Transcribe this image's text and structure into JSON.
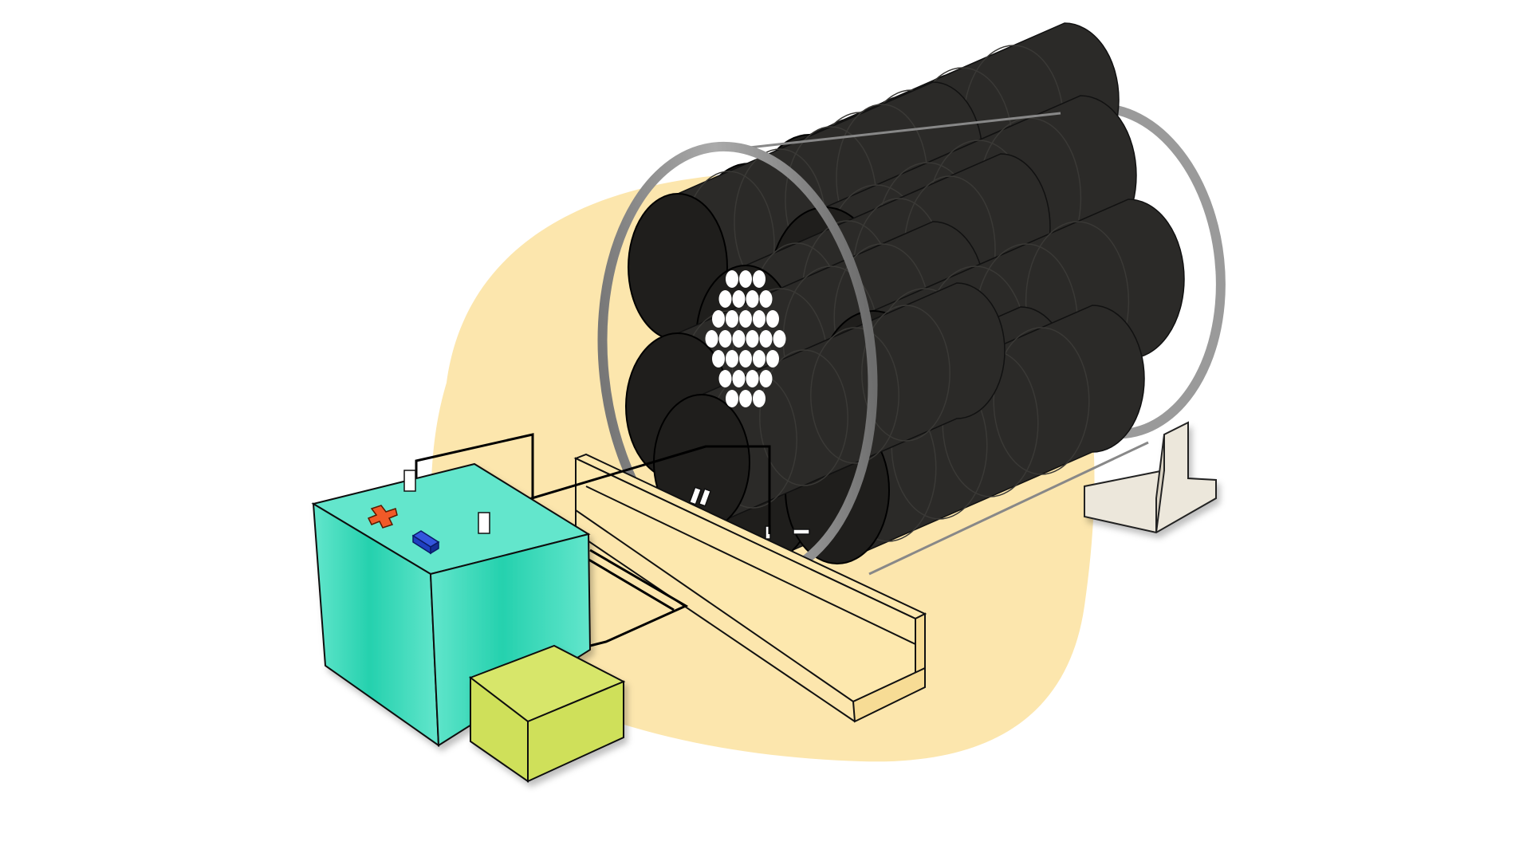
{
  "diagram": {
    "colors": {
      "background_blob": "#fce6ad",
      "battery_body": "#2fd6b4",
      "battery_highlight": "#63e6cc",
      "positive_terminal": "#f05a28",
      "negative_terminal": "#1e3fbf",
      "controller_box": "#cfe05a",
      "cylinder": "#2b2a28",
      "cylinder_end": "#1f1e1c",
      "housing_ring": "#8c8c8c",
      "stand": "#e9e4d8",
      "rail": "#fde8ae",
      "wire": "#000000",
      "hole": "#ffffff"
    },
    "components": {
      "battery": "battery-cell",
      "positive_terminal": "plus-icon",
      "negative_terminal": "minus-icon",
      "controller": "controller-box",
      "housing": "cylindrical-housing",
      "fuel_cell_stack": "tube-bundle",
      "support_stand": "support-stand",
      "rail": "angle-rail"
    }
  }
}
